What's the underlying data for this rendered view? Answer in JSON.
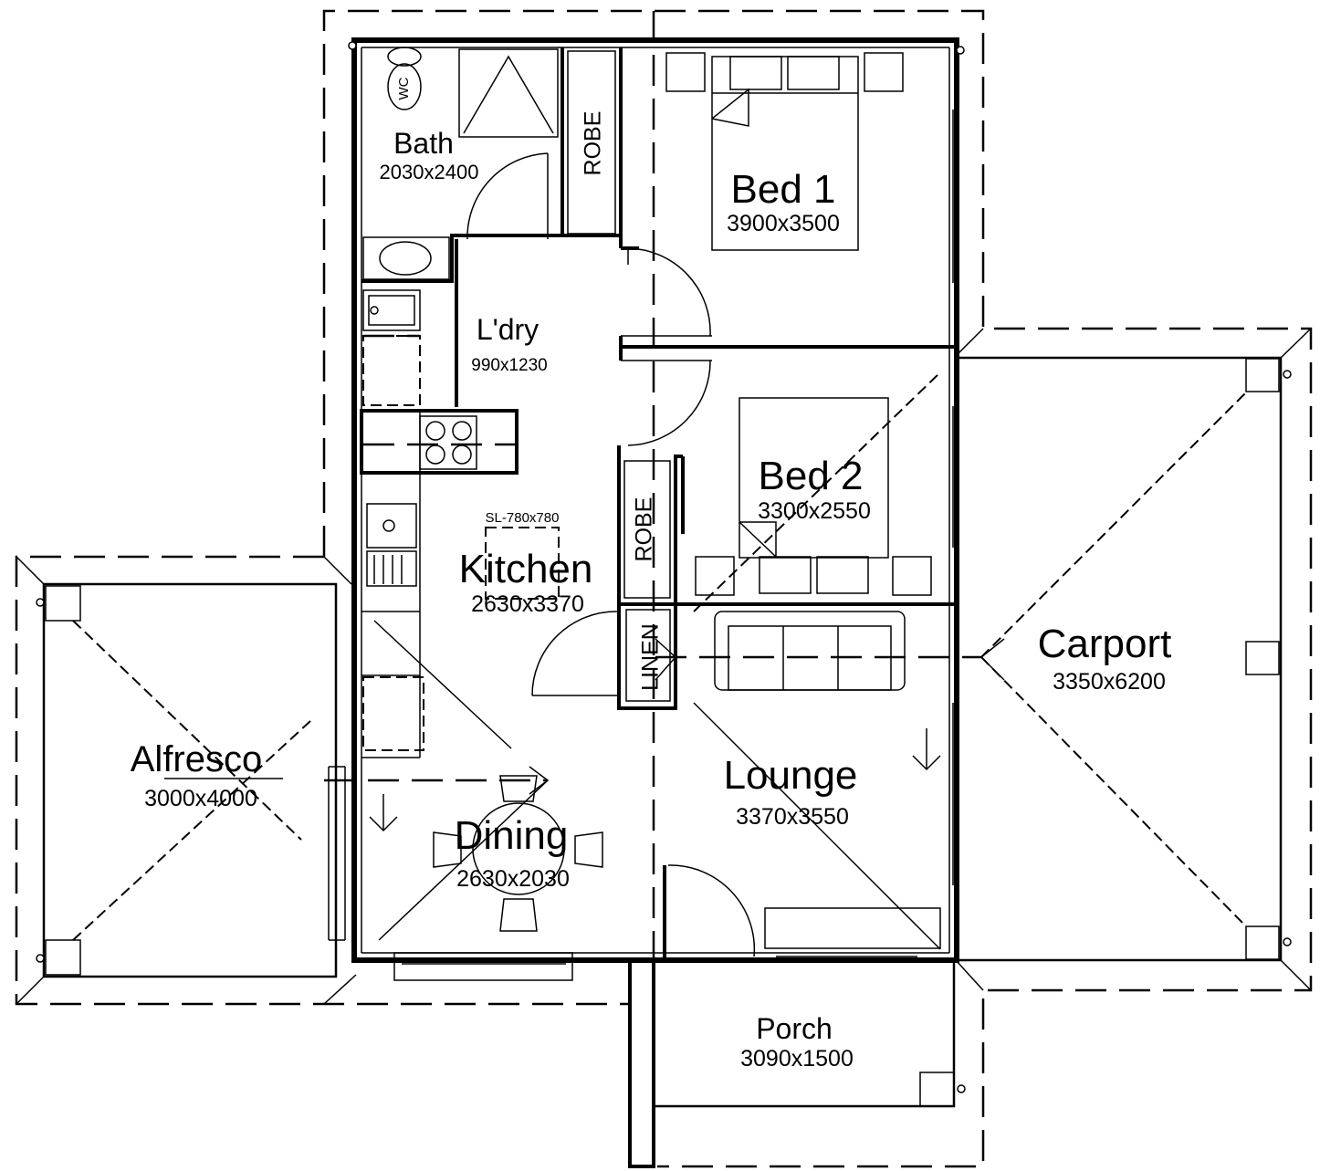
{
  "rooms": {
    "bath": {
      "name": "Bath",
      "size": "2030x2400"
    },
    "bed1": {
      "name": "Bed 1",
      "size": "3900x3500"
    },
    "laundry": {
      "name": "L'dry",
      "size": "990x1230"
    },
    "bed2": {
      "name": "Bed 2",
      "size": "3300x2550"
    },
    "kitchen": {
      "name": "Kitchen",
      "size": "2630x3370"
    },
    "carport": {
      "name": "Carport",
      "size": "3350x6200"
    },
    "alfresco": {
      "name": "Alfresco",
      "size": "3000x4000"
    },
    "lounge": {
      "name": "Lounge",
      "size": "3370x3550"
    },
    "dining": {
      "name": "Dining",
      "size": "2630x2030"
    },
    "porch": {
      "name": "Porch",
      "size": "3090x1500"
    }
  },
  "fixtures": {
    "robe1": "ROBE",
    "robe2": "ROBE",
    "linen": "LINEN",
    "wc": "WC",
    "skylight": "SL-780x780"
  }
}
